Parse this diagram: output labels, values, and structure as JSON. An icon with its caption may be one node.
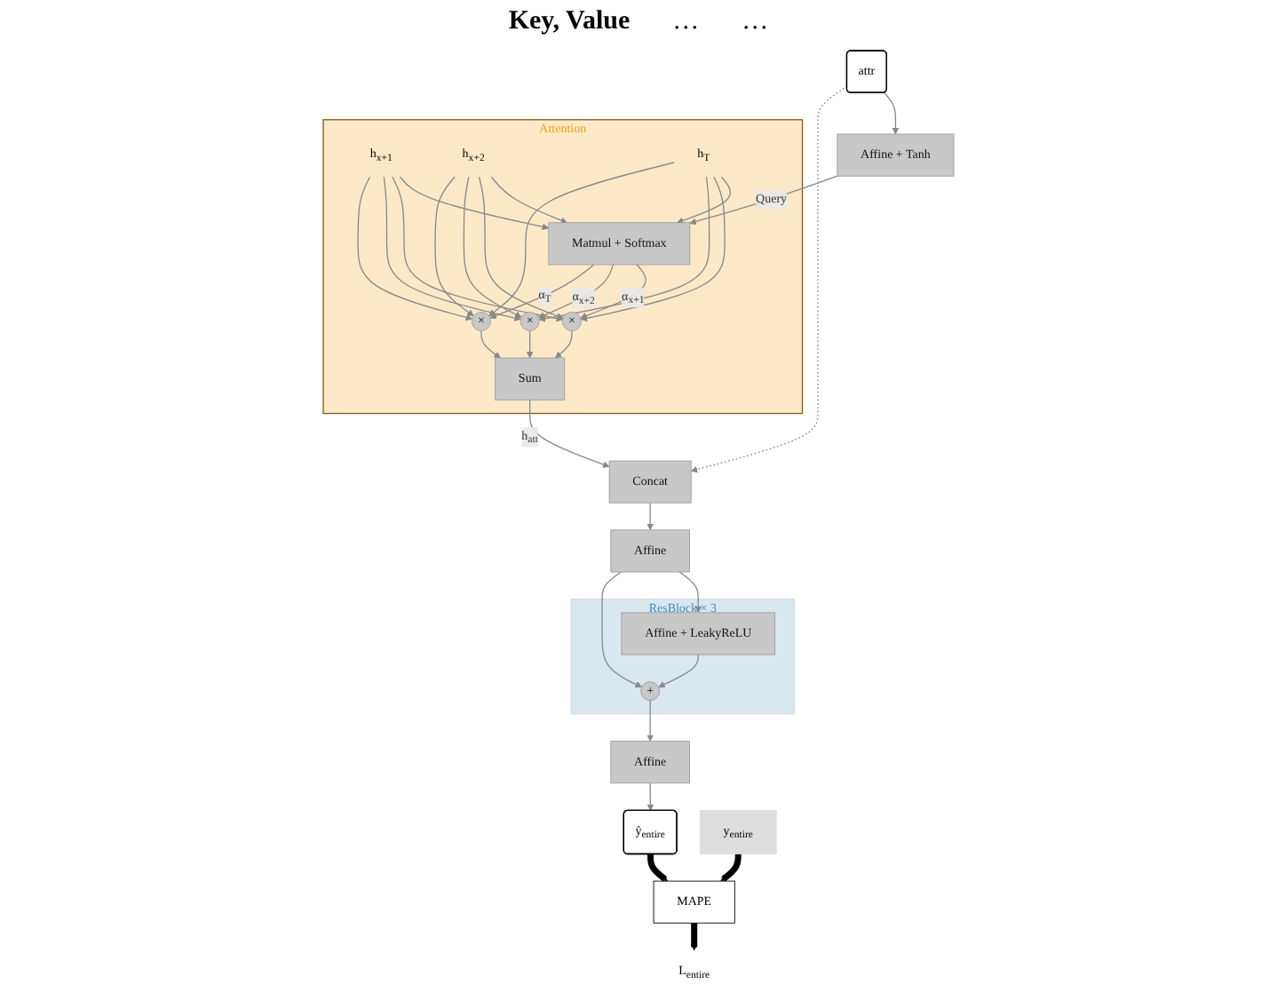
{
  "diagram": {
    "nodes": [
      {
        "text": [
          "attr"
        ]
      },
      {
        "text": [
          "Affine + Tanh"
        ]
      },
      {
        "text": [
          "Attention"
        ]
      },
      {
        "text": [
          "h$_{x+1}$"
        ],
        "in": 2
      },
      {
        "text": [
          "h$_{x+2}$"
        ],
        "in": 2
      },
      {
        "text": [
          "h$_{T}$"
        ],
        "in": 2
      },
      {
        "text": [
          "Matmul + Softmax"
        ],
        "in": 2
      },
      {
        "text": [
          "×"
        ],
        "in": 2
      },
      {
        "text": [
          "×"
        ],
        "in": 2
      },
      {
        "text": [
          "×"
        ],
        "in": 2
      },
      {
        "text": [
          "Sum"
        ],
        "in": 2
      },
      {
        "text": [
          "Concat"
        ]
      },
      {
        "text": [
          "Affine"
        ]
      },
      {
        "text": [
          "ResBlock × 3"
        ]
      },
      {
        "text": [
          "Affine + LeakyReLU"
        ],
        "in": 13
      },
      {
        "text": [
          "+"
        ],
        "in": 13
      },
      {
        "text": [
          "Affine"
        ]
      },
      {
        "text": [
          "ŷ$_{entire}$"
        ]
      },
      {
        "text": [
          "y$_{entire}$"
        ]
      },
      {
        "text": [
          "MAPE"
        ]
      },
      {
        "text": [
          "L$_{entire}$"
        ]
      }
    ],
    "edges": [
      {
        "from": 0,
        "to": 1,
        "arrow": "to"
      },
      {
        "from": 0,
        "to": 11,
        "arrow": "to",
        "style": "dashed"
      },
      {
        "from": 1,
        "to": 6,
        "arrow": "to",
        "label": "Query"
      },
      {
        "from": 3,
        "to": 6,
        "arrow": "to"
      },
      {
        "from": 4,
        "to": 6,
        "arrow": "to"
      },
      {
        "from": 5,
        "to": 6,
        "arrow": "to"
      },
      {
        "from": 3,
        "to": 7,
        "arrow": "to"
      },
      {
        "from": 3,
        "to": 8,
        "arrow": "to"
      },
      {
        "from": 3,
        "to": 9,
        "arrow": "to"
      },
      {
        "from": 4,
        "to": 7,
        "arrow": "to"
      },
      {
        "from": 4,
        "to": 8,
        "arrow": "to"
      },
      {
        "from": 4,
        "to": 9,
        "arrow": "to"
      },
      {
        "from": 5,
        "to": 7,
        "arrow": "to"
      },
      {
        "from": 5,
        "to": 8,
        "arrow": "to"
      },
      {
        "from": 5,
        "to": 9,
        "arrow": "to"
      },
      {
        "from": 6,
        "to": 7,
        "arrow": "to",
        "label": "α$_{x+1}$"
      },
      {
        "from": 6,
        "to": 8,
        "arrow": "to",
        "label": "α$_{x+2}$"
      },
      {
        "from": 6,
        "to": 9,
        "arrow": "to",
        "label": "α$_{T}$"
      },
      {
        "from": 7,
        "to": 10,
        "arrow": "to"
      },
      {
        "from": 8,
        "to": 10,
        "arrow": "to"
      },
      {
        "from": 9,
        "to": 10,
        "arrow": "to"
      },
      {
        "from": 10,
        "to": 11,
        "arrow": "to",
        "label": "h$_{att}$"
      },
      {
        "from": 11,
        "to": 12,
        "arrow": "to"
      },
      {
        "from": 12,
        "to": 14,
        "arrow": "to"
      },
      {
        "from": 12,
        "to": 15,
        "arrow": "to"
      },
      {
        "from": 14,
        "to": 15,
        "arrow": "to"
      },
      {
        "from": 15,
        "to": 16,
        "arrow": "to"
      },
      {
        "from": 16,
        "to": 17,
        "arrow": "to"
      },
      {
        "from": 18,
        "to": 19,
        "arrow": "to",
        "style": "thick",
        "color": "#000000"
      },
      {
        "from": 17,
        "to": 19,
        "arrow": "to",
        "style": "thick",
        "color": "#000000"
      },
      {
        "from": 19,
        "to": 20,
        "arrow": "to",
        "style": "thick",
        "color": "#000000"
      }
    ],
    "labels": [
      "Key, Value",
      "…",
      "…"
    ]
  }
}
